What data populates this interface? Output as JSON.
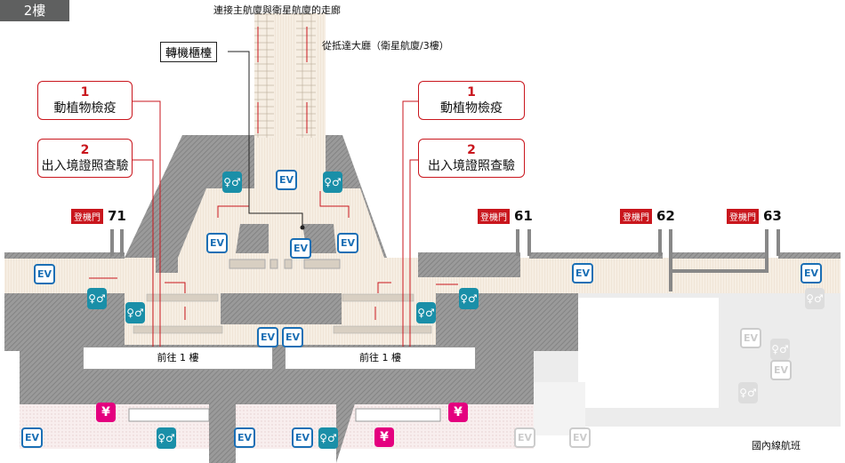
{
  "floor_label": "2樓",
  "corridor_label": "連接主航廈與衛星航廈的走廊",
  "from_arrival_label": "從抵達大廳（衛星航廈/3樓）",
  "transfer_counter_label": "轉機櫃檯",
  "left_checks": [
    {
      "number": "1",
      "label": "動植物檢疫"
    },
    {
      "number": "2",
      "label": "出入境證照查驗"
    }
  ],
  "right_checks": [
    {
      "number": "1",
      "label": "動植物檢疫"
    },
    {
      "number": "2",
      "label": "出入境證照查驗"
    }
  ],
  "gate_word": "登機門",
  "gates": [
    "71",
    "61",
    "62",
    "63"
  ],
  "to_1f_label": "前往 1 樓",
  "domestic_label": "國內線航班",
  "ev_label": "EV",
  "restroom_icon": "restroom-icon",
  "yen_symbol": "¥",
  "colors": {
    "red": "#c9161d",
    "ev_blue": "#1a6fb5",
    "restroom_teal": "#1a8fa8",
    "exchange_pink": "#e4007f",
    "floor": "#f4ebe0",
    "wall": "#8e8e8e"
  }
}
